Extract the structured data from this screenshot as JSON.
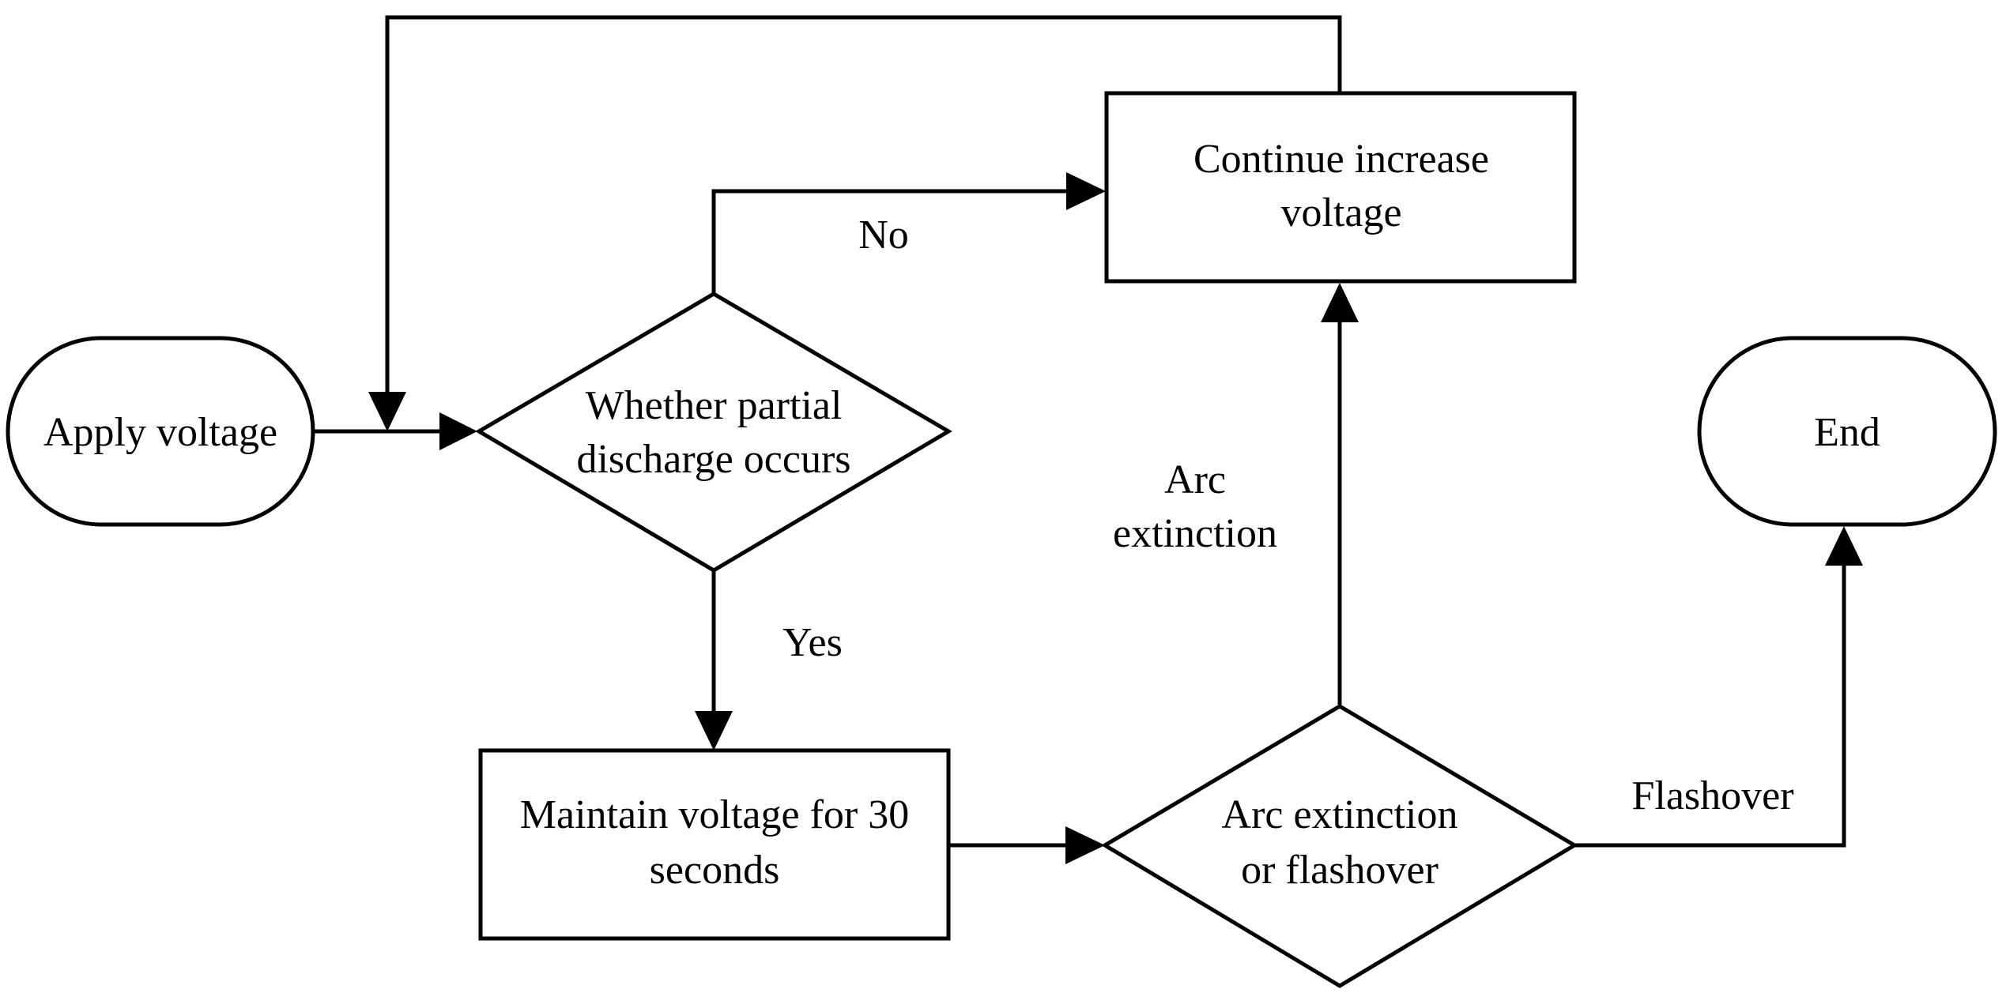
{
  "nodes": {
    "apply_voltage": {
      "label": "Apply voltage"
    },
    "partial_discharge_decision": {
      "lines": [
        "Whether partial",
        "discharge occurs"
      ]
    },
    "continue_increase": {
      "lines": [
        "Continue increase",
        "voltage"
      ]
    },
    "maintain_voltage": {
      "lines": [
        "Maintain voltage for 30",
        "seconds"
      ]
    },
    "arc_or_flashover_decision": {
      "lines": [
        "Arc extinction",
        "or flashover"
      ]
    },
    "end": {
      "label": "End"
    }
  },
  "edges": {
    "no_label": "No",
    "yes_label": "Yes",
    "arc_extinction_label": [
      "Arc",
      "extinction"
    ],
    "flashover_label": "Flashover"
  }
}
